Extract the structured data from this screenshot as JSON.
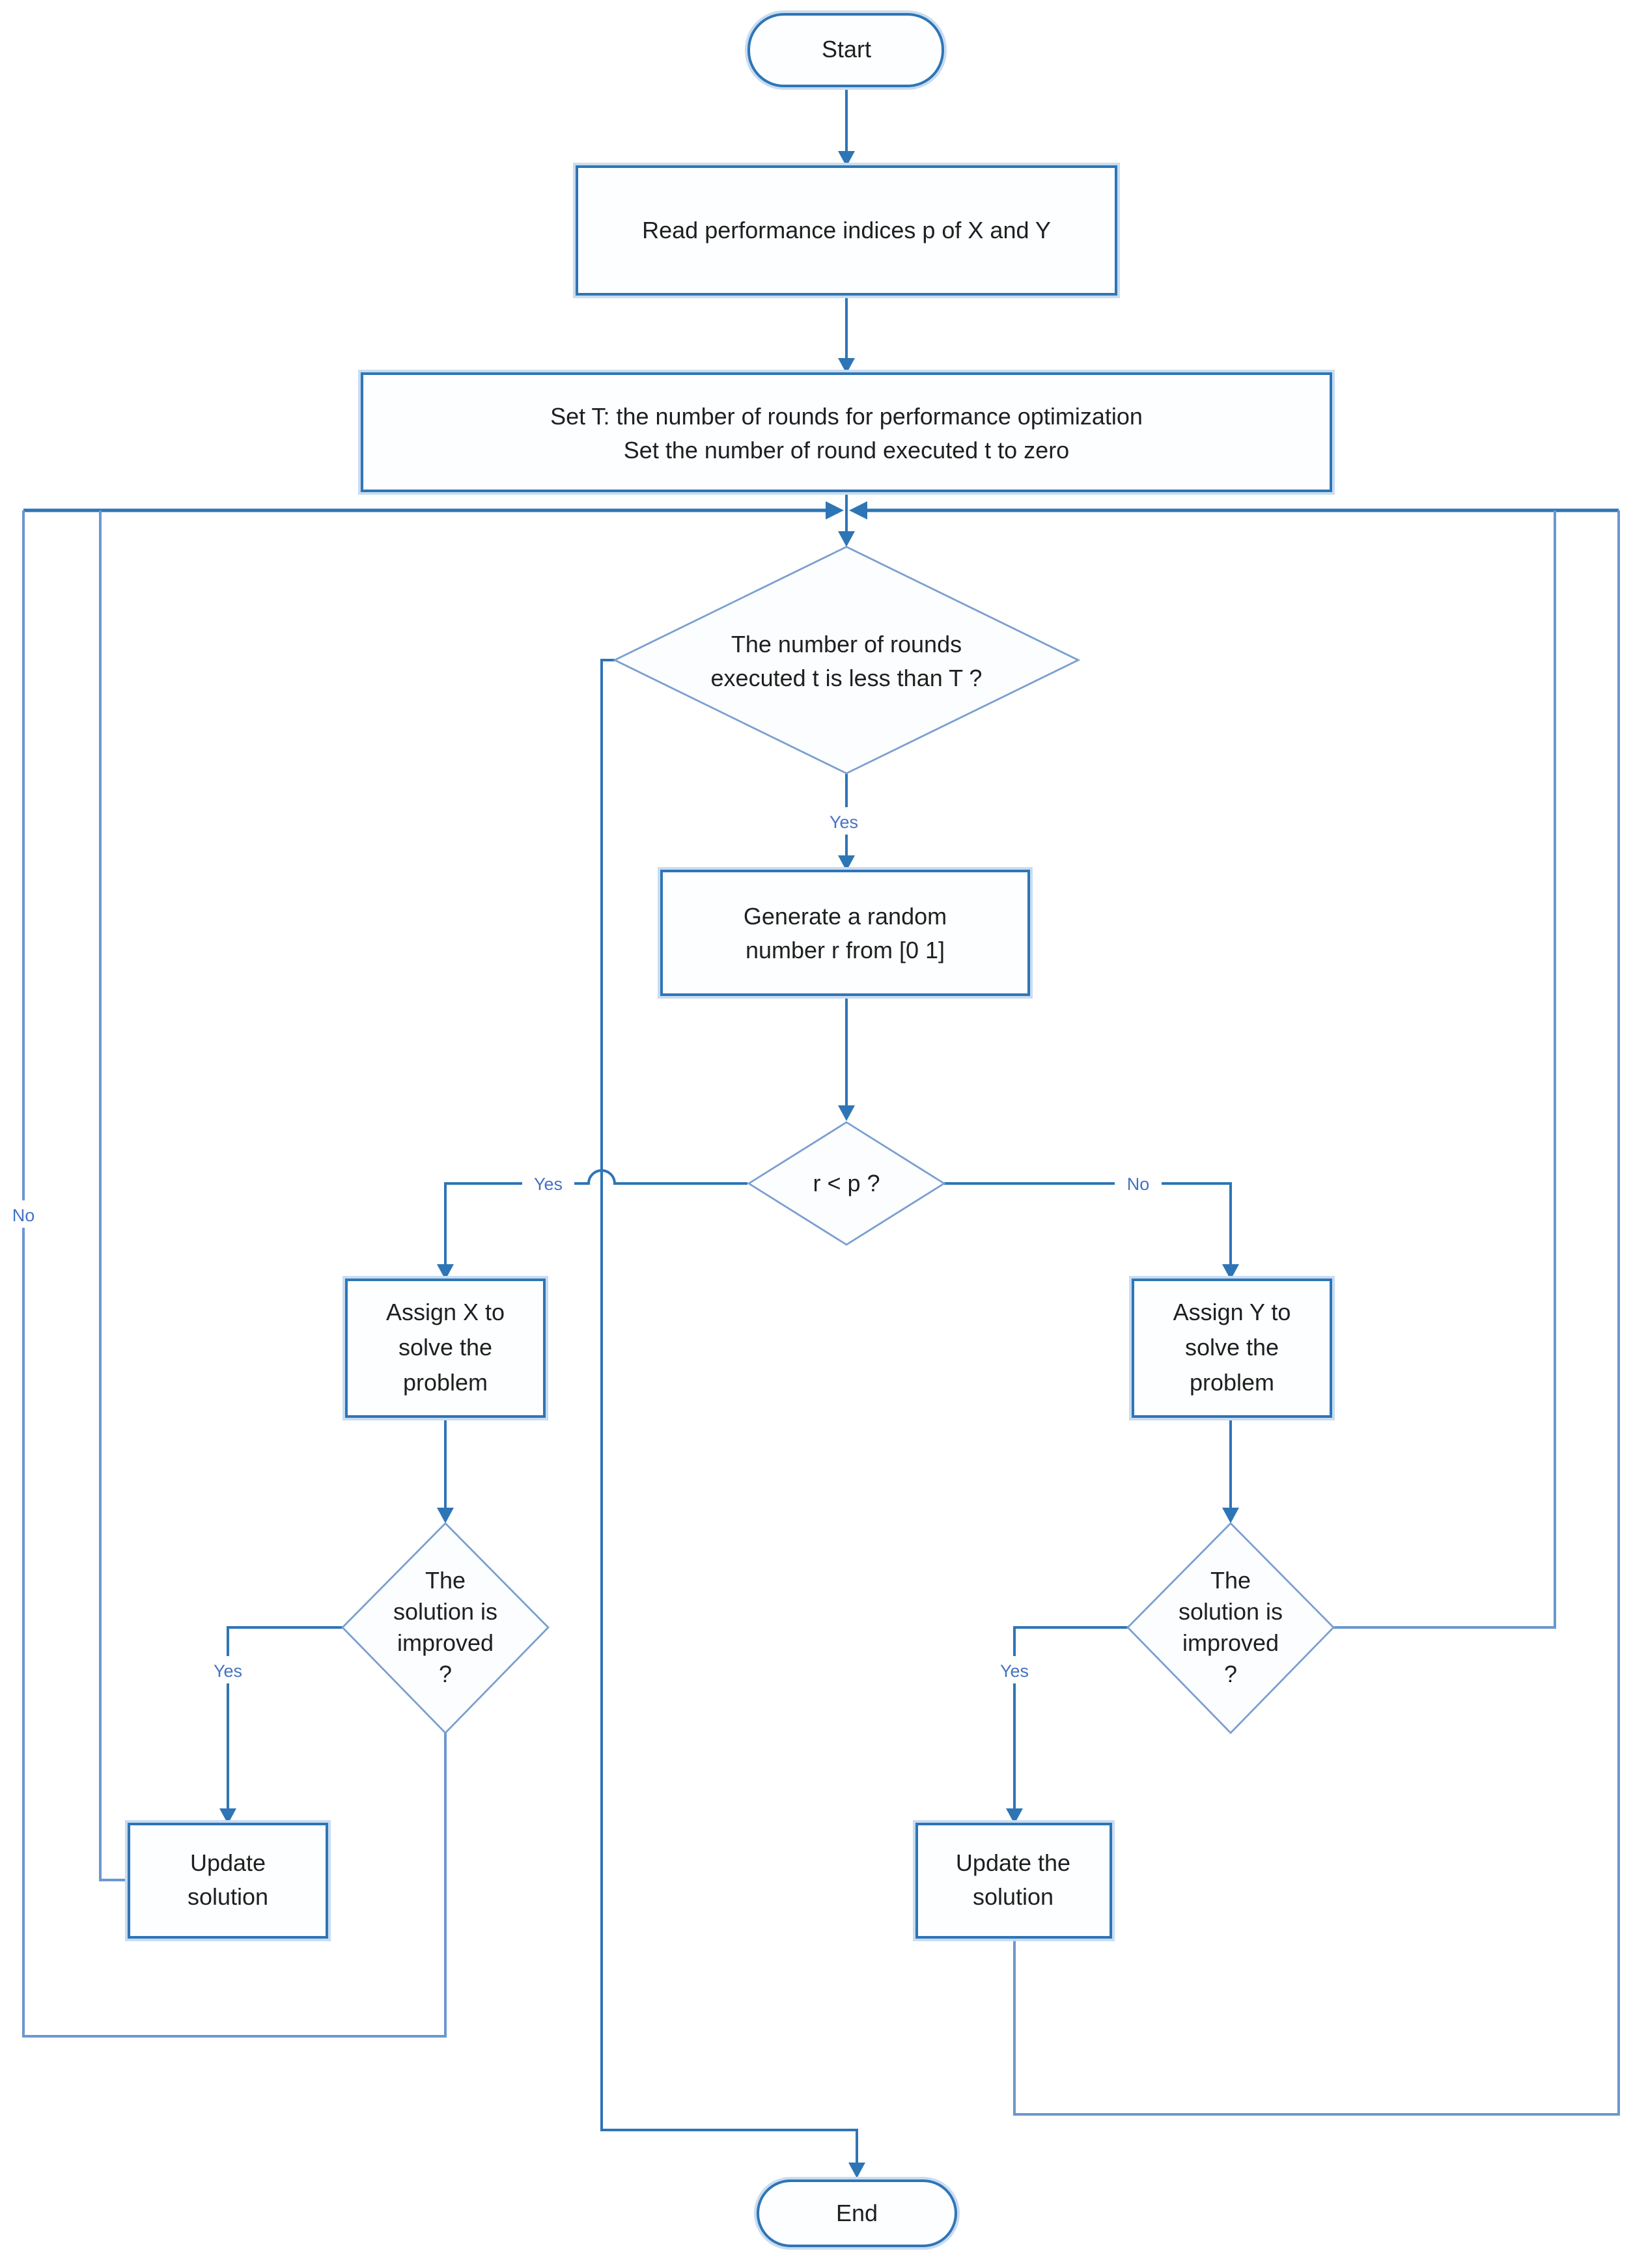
{
  "diagram": {
    "type": "flowchart",
    "background": "#ffffff"
  },
  "nodes": {
    "start": {
      "shape": "terminator",
      "lines": [
        "Start"
      ]
    },
    "read": {
      "shape": "process",
      "lines": [
        "Read performance indices p of X and Y"
      ]
    },
    "set_t": {
      "shape": "process",
      "lines": [
        "Set T: the number of rounds for performance optimization",
        "Set the number of round executed t to zero"
      ]
    },
    "rounds_check": {
      "shape": "decision",
      "lines": [
        "The number of rounds",
        "executed t is less than T ?"
      ]
    },
    "generate": {
      "shape": "process",
      "lines": [
        "Generate a random",
        "number r from [0  1]"
      ]
    },
    "r_less_p": {
      "shape": "decision",
      "lines": [
        "r < p ?"
      ]
    },
    "assign_x": {
      "shape": "process",
      "lines": [
        "Assign X to",
        "solve the",
        "problem"
      ]
    },
    "assign_y": {
      "shape": "process",
      "lines": [
        "Assign Y to",
        "solve the",
        "problem"
      ]
    },
    "improved_left": {
      "shape": "decision",
      "lines": [
        "The",
        "solution is",
        "improved",
        "?"
      ]
    },
    "improved_right": {
      "shape": "decision",
      "lines": [
        "The",
        "solution is",
        "improved",
        "?"
      ]
    },
    "update_left": {
      "shape": "process",
      "lines": [
        "Update",
        "solution"
      ]
    },
    "update_right": {
      "shape": "process",
      "lines": [
        "Update the",
        "solution"
      ]
    },
    "end": {
      "shape": "terminator",
      "lines": [
        "End"
      ]
    }
  },
  "edge_labels": {
    "rounds_yes": "Yes",
    "rp_yes": "Yes",
    "rp_no": "No",
    "improved_left_yes": "Yes",
    "improved_left_no": "No",
    "improved_right_yes": "Yes"
  },
  "colors": {
    "connector": "#2E75B6",
    "connector_light": "#6B97CF",
    "shape_border": "#2E75B6",
    "diamond_border": "#7B9FD0",
    "shape_halo": "#C9DCF1",
    "edge_label_text": "#4472C4",
    "node_text": "#1F1F1F",
    "background": "#FFFFFF"
  }
}
